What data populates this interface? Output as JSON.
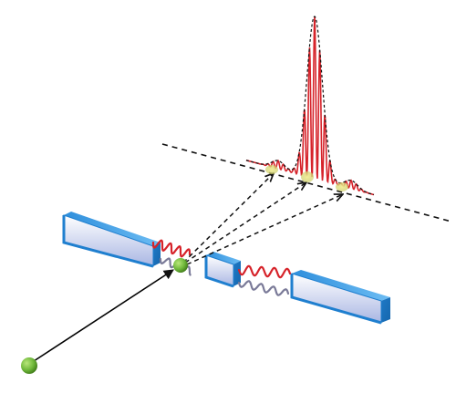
{
  "diagram": {
    "colors": {
      "background": "#ffffff",
      "box_front": "#1f7fcf",
      "box_top": "#5ab0ee",
      "box_face_light": "#ffffff",
      "box_face_dark": "#aab8e6",
      "wave_red": "#d6232a",
      "wave_gray": "#7a7a98",
      "particle": "#7cc242",
      "particle_dark": "#4e8f20",
      "envelope": "#111111",
      "dashed": "#111111",
      "solid": "#000000",
      "highlight": "#e8e07a"
    },
    "elements": {
      "boxes": [
        "left-block",
        "center-block",
        "right-block"
      ],
      "waves": [
        "wave-left-red",
        "wave-left-gray",
        "wave-center-red",
        "wave-center-gray"
      ],
      "particles": [
        "source-particle",
        "interaction-particle"
      ],
      "arrows": [
        "incoming-arrow",
        "dashed-arrow-1",
        "dashed-arrow-2",
        "dashed-arrow-3"
      ],
      "axis": "dashed-axis",
      "profile": "interference-profile"
    }
  }
}
